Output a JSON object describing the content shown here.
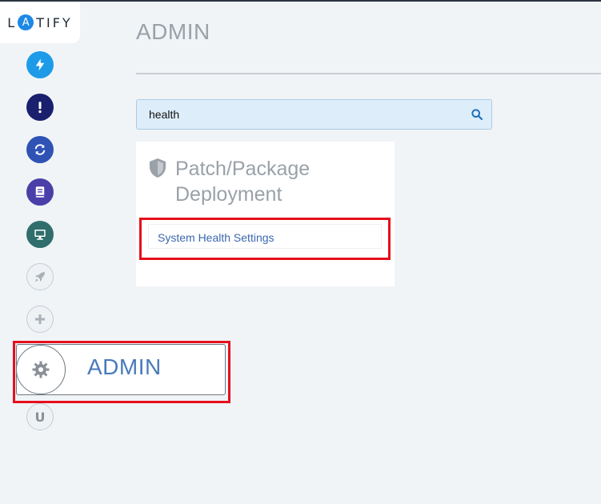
{
  "app": {
    "logo_left": "L",
    "logo_a": "A",
    "logo_right": "TIFY"
  },
  "sidebar": {
    "items": [
      {
        "name": "lightning-icon",
        "color": "#1d9be8"
      },
      {
        "name": "alert-icon",
        "color": "#1a1f6e"
      },
      {
        "name": "sync-icon",
        "color": "#2f52b5"
      },
      {
        "name": "book-icon",
        "color": "#4a3ea8"
      },
      {
        "name": "monitor-icon",
        "color": "#2f6e6c"
      },
      {
        "name": "rocket-icon",
        "color": "#bfc5cb"
      },
      {
        "name": "plus-icon",
        "color": "#bfc5cb"
      },
      {
        "name": "gear-icon",
        "color": "#8a9096"
      },
      {
        "name": "user-u-icon",
        "color": "#bfc5cb"
      }
    ],
    "admin_label": "ADMIN",
    "user_initial": "U"
  },
  "header": {
    "title": "ADMIN"
  },
  "search": {
    "value": "health",
    "placeholder": ""
  },
  "results": {
    "card_title": "Patch/Package Deployment",
    "card_icon": "shield-icon",
    "link_label": "System Health Settings"
  },
  "colors": {
    "highlight_red": "#e5101c",
    "link_blue": "#3b67b0",
    "search_bg": "#ddeefa"
  }
}
